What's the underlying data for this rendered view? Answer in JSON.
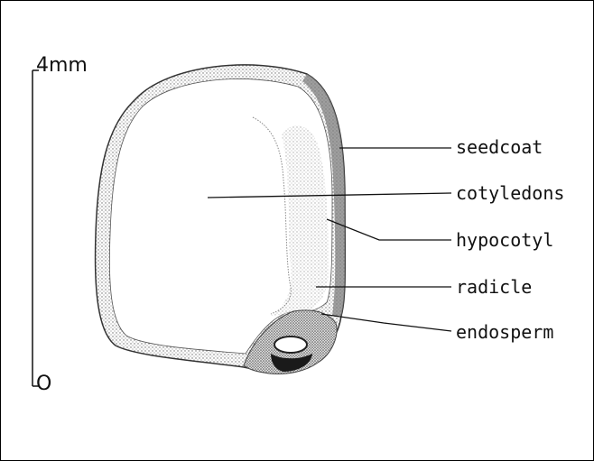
{
  "scale": {
    "top_label": "4mm",
    "bottom_label": "O"
  },
  "labels": {
    "seedcoat": "seedcoat",
    "cotyledons": "cotyledons",
    "hypocotyl": "hypocotyl",
    "radicle": "radicle",
    "endosperm": "endosperm"
  },
  "colors": {
    "ink": "#111111",
    "seedcoat_fill": "#8c8c8c",
    "shading": "#b5b5b5"
  }
}
